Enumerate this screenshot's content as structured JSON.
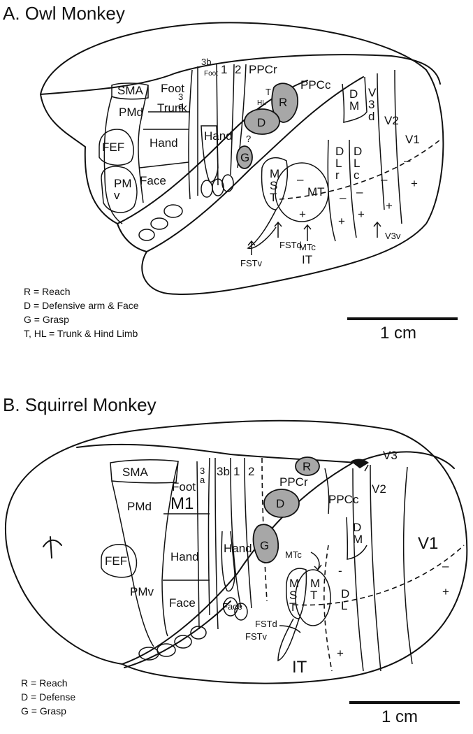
{
  "panel_a": {
    "title": "A. Owl Monkey",
    "areas": {
      "sma": "SMA",
      "pmd": "PMd",
      "fef": "FEF",
      "pmv": "PM\nv",
      "foot": "Foot",
      "trunk": "Trunk",
      "hand": "Hand",
      "face": "Face",
      "a3b": "3b",
      "a3a": "3\na",
      "foot_vertical": "Foot",
      "hand_vertical": "Hand",
      "a1": "1",
      "a2": "2",
      "ppcr": "PPCr",
      "ppcc": "PPCc",
      "t": "T",
      "hl": "HL",
      "r": "R",
      "d": "D",
      "q": "?",
      "g": "G",
      "dm": "D\nM",
      "v3d": "V\n3\nd",
      "v2": "V2",
      "v1": "V1",
      "dlr": "D\nL\nr",
      "dlc": "D\nL\nc",
      "mst": "M\nS\nT",
      "mt": "MT",
      "fstd": "FSTd",
      "fstv": "FSTv",
      "mtc": "MTc",
      "it": "IT",
      "v3v": "V3v",
      "minus": "–",
      "plus": "+"
    },
    "legend": [
      "R = Reach",
      "D = Defensive arm & Face",
      "G = Grasp",
      "T, HL = Trunk & Hind Limb"
    ],
    "scale": "1 cm"
  },
  "panel_b": {
    "title": "B. Squirrel Monkey",
    "areas": {
      "sma": "SMA",
      "pmd": "PMd",
      "fef": "FEF",
      "pmv": "PMv",
      "foot": "Foot",
      "m1": "M1",
      "hand": "Hand",
      "face": "Face",
      "a3a": "3\na",
      "a3b": "3b",
      "a1": "1",
      "a2": "2",
      "hand_vertical": "Hand",
      "face_small": "Face",
      "r": "R",
      "d": "D",
      "g": "G",
      "ppcr": "PPCr",
      "ppcc": "PPCc",
      "dm": "D\nM",
      "v3": "V3",
      "v2": "V2",
      "v1": "V1",
      "mtc": "MTc",
      "mst": "M\nS\nT",
      "mt": "M\nT",
      "dl": "D\nL",
      "fstd": "FSTd",
      "fstv": "FSTv",
      "it": "IT",
      "minus": "–",
      "dash": "-",
      "plus": "+"
    },
    "legend": [
      "R = Reach",
      "D = Defense",
      "G = Grasp"
    ],
    "scale": "1 cm"
  }
}
